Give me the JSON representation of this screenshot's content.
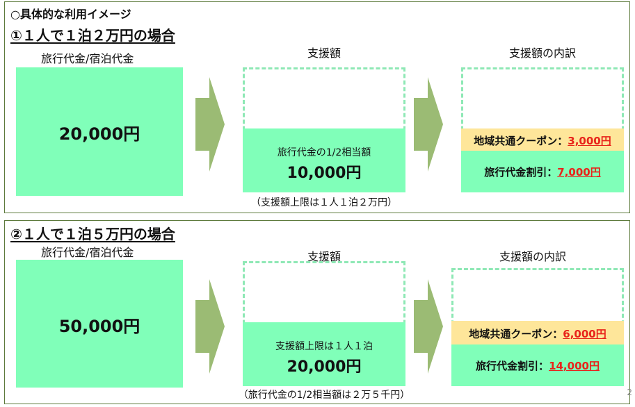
{
  "intro": "○具体的な利用イメージ",
  "cases": [
    {
      "title": "①１人で１泊２万円の場合",
      "travel_label": "旅行代金/宿泊代金",
      "travel_value": "20,000円",
      "support_label": "支援額",
      "support_text": "旅行代金の1/2相当額",
      "support_value": "10,000円",
      "note": "（支援額上限は１人１泊２万円）",
      "breakdown_label": "支援額の内訳",
      "coupon_label": "地域共通クーポン：",
      "coupon_value": "3,000円",
      "discount_label": "旅行代金割引：",
      "discount_value": "7,000円"
    },
    {
      "title": "②１人で１泊５万円の場合",
      "travel_label": "旅行代金/宿泊代金",
      "travel_value": "50,000円",
      "support_label": "支援額",
      "support_text": "支援額上限は１人１泊",
      "support_value": "20,000円",
      "note": "（旅行代金の1/2相当額は２万５千円）",
      "breakdown_label": "支援額の内訳",
      "coupon_label": "地域共通クーポン：",
      "coupon_value": "6,000円",
      "discount_label": "旅行代金割引：",
      "discount_value": "14,000円"
    }
  ],
  "page_number": "2",
  "colors": {
    "green": "#80ffb9",
    "coupon": "#fee69a",
    "red": "#e8231a",
    "arrow": "#9bbb74",
    "frame": "#5d7a3c"
  }
}
